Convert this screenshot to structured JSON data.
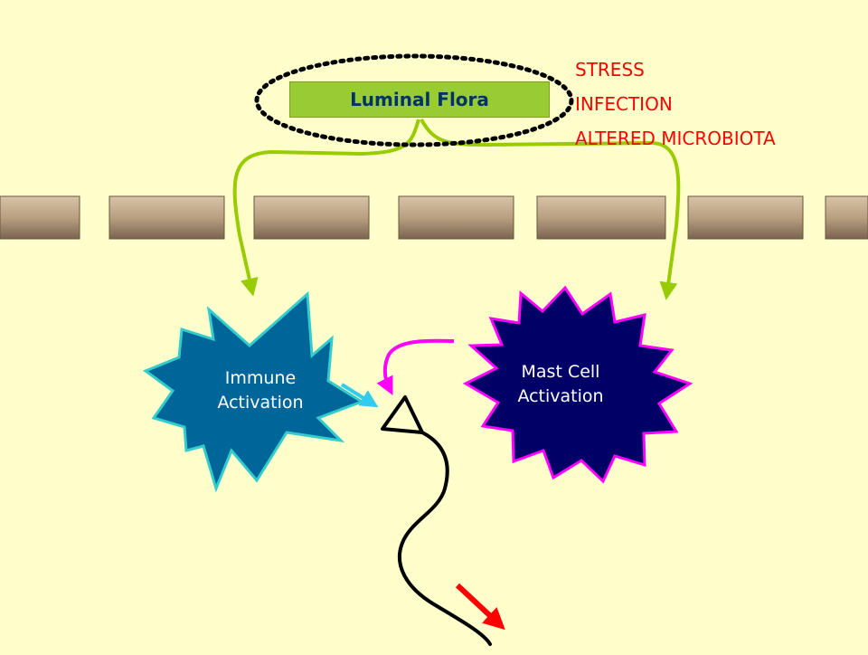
{
  "luminal_flora": {
    "label": "Luminal Flora"
  },
  "factors": [
    "STRESS",
    "INFECTION",
    "ALTERED MICROBIOTA"
  ],
  "immune": {
    "line1": "Immune",
    "line2": "Activation"
  },
  "mast_cell": {
    "line1": "Mast Cell",
    "line2": "Activation"
  },
  "colors": {
    "background": "#ffffcc",
    "flora_box": "#99cc33",
    "flora_text": "#003366",
    "green_arrows": "#99cc00",
    "factors_text": "#ff0000",
    "immune_fill": "#006699",
    "immune_stroke": "#33cccc",
    "mast_fill": "#000066",
    "mast_stroke": "#ff00ff",
    "epithelial_cell": "#b39a7a"
  }
}
